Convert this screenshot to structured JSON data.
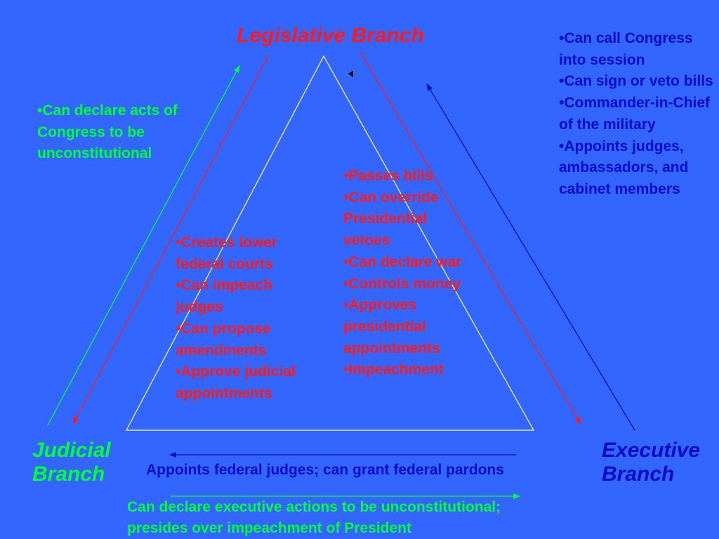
{
  "colors": {
    "background": "#3366FF",
    "legislative": "#FF1A1A",
    "judicial": "#00FF33",
    "executive": "#0A0AC8",
    "triangle": "#FFFF66"
  },
  "nodes": {
    "legislative": "Legislative Branch",
    "judicial_line1": "Judicial",
    "judicial_line2": "Branch",
    "executive_line1": "Executive",
    "executive_line2": "Branch"
  },
  "judicial_on_legislative": [
    "Can declare acts of Congress to be unconstitutional"
  ],
  "executive_on_legislative": [
    "Can call Congress into session",
    "Can sign or veto bills",
    "Commander-in-Chief of the military",
    "Appoints judges, ambassadors, and cabinet members"
  ],
  "legislative_on_judicial": [
    "Creates lower federal courts",
    "Can impeach judges",
    "Can propose amendments",
    "Approve judicial appointments"
  ],
  "legislative_on_executive": [
    "Passes bills",
    "Can override Presidential vetoes",
    "Can declare war",
    "Controls money",
    "Approves presidential appointments",
    "Impeachment"
  ],
  "executive_on_judicial": "Appoints federal judges; can grant federal pardons",
  "judicial_on_executive": {
    "line1": "Can declare executive actions to be unconstitutional;",
    "line2": "presides over impeachment of President"
  }
}
